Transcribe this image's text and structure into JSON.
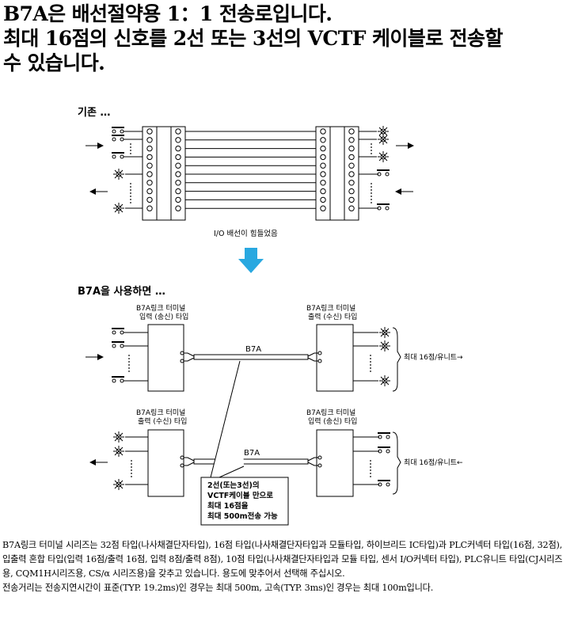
{
  "headline": {
    "line1": "B7A은 배선절약용 1：1 전송로입니다.",
    "line2": "최대 16점의 신호를 2선 또는 3선의 VCTF 케이블로 전송할",
    "line3": "수 있습니다."
  },
  "diagram": {
    "before": {
      "title": "기존 …",
      "caption": "I/O 배선이 힘들었음"
    },
    "after": {
      "title": "B7A을 사용하면 …",
      "top_left_label_1": "B7A링크 터미널",
      "top_left_label_2": "입력 (송신) 타입",
      "top_right_label_1": "B7A링크 터미널",
      "top_right_label_2": "출력 (수신) 타입",
      "bottom_left_label_1": "B7A링크 터미널",
      "bottom_left_label_2": "출력 (수신) 타입",
      "bottom_right_label_1": "B7A링크 터미널",
      "bottom_right_label_2": "입력 (송신) 타입",
      "cable_label_top": "B7A",
      "cable_label_bottom": "B7A",
      "note_top": "최대 16점/유니트→",
      "note_bottom": "최대 16점/유니트←",
      "callout_1": "2선(또는3선)의",
      "callout_2": "VCTF케이블 만으로",
      "callout_3": "최대 16점을",
      "callout_4": "최대 500m전송 가능"
    },
    "colors": {
      "arrow": "#29a8e0",
      "ink": "#000000"
    }
  },
  "description": {
    "para1": "B7A링크 터미널 시리즈는 32점 타입(나사채결단자타입), 16점 타입(나사채결단자타입과 모듈타입, 하이브리드 IC타입)과 PLC커넥터 타입(16점, 32점), 입출력 혼합 타입(입력 16점/출력 16점, 입력 8점/출력 8점), 10점 타입(나사채결단자타입과 모듈 타입, 센서 I/O커넥터 타입), PLC유니트 타입(CJ시리즈용, CQM1H시리즈용, CS/α 시리즈용)을 갖추고 있습니다. 용도에 맞추어서 선택해 주십시오.",
    "para2": "전송거리는 전송지연시간이 표준(TYP. 19.2ms)인 경우는 최대 500m, 고속(TYP. 3ms)인 경우는 최대 100m입니다."
  }
}
